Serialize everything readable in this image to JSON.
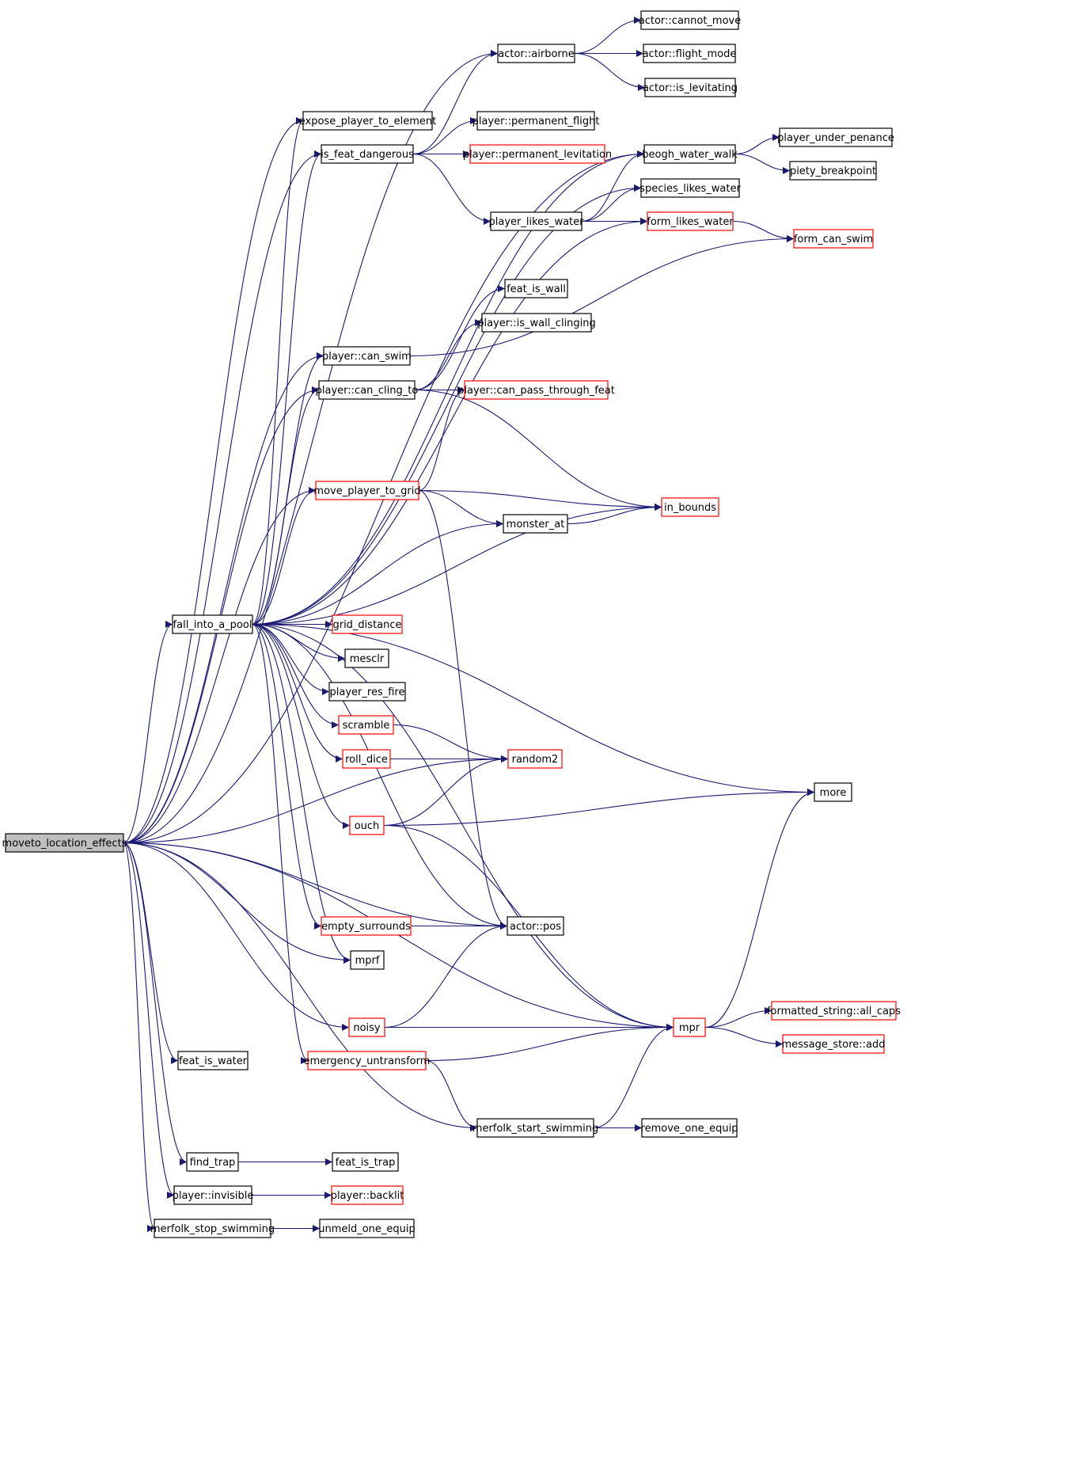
{
  "graph": {
    "nodes": [
      {
        "id": "moveto_location_effects",
        "label": "moveto_location_effects",
        "style": "root"
      },
      {
        "id": "actor_airborne",
        "label": "actor::airborne",
        "style": "black"
      },
      {
        "id": "actor_cannot_move",
        "label": "actor::cannot_move",
        "style": "black"
      },
      {
        "id": "actor_flight_mode",
        "label": "actor::flight_mode",
        "style": "black"
      },
      {
        "id": "actor_is_levitating",
        "label": "actor::is_levitating",
        "style": "black"
      },
      {
        "id": "expose_player_to_element",
        "label": "expose_player_to_element",
        "style": "black"
      },
      {
        "id": "player_permanent_flight",
        "label": "player::permanent_flight",
        "style": "black"
      },
      {
        "id": "is_feat_dangerous",
        "label": "is_feat_dangerous",
        "style": "black"
      },
      {
        "id": "player_permanent_levitation",
        "label": "player::permanent_levitation",
        "style": "red"
      },
      {
        "id": "beogh_water_walk",
        "label": "beogh_water_walk",
        "style": "black"
      },
      {
        "id": "player_under_penance",
        "label": "player_under_penance",
        "style": "black"
      },
      {
        "id": "piety_breakpoint",
        "label": "piety_breakpoint",
        "style": "black"
      },
      {
        "id": "species_likes_water",
        "label": "species_likes_water",
        "style": "black"
      },
      {
        "id": "player_likes_water",
        "label": "player_likes_water",
        "style": "black"
      },
      {
        "id": "form_likes_water",
        "label": "form_likes_water",
        "style": "red"
      },
      {
        "id": "form_can_swim",
        "label": "form_can_swim",
        "style": "red"
      },
      {
        "id": "feat_is_wall",
        "label": "feat_is_wall",
        "style": "black"
      },
      {
        "id": "player_is_wall_clinging",
        "label": "player::is_wall_clinging",
        "style": "black"
      },
      {
        "id": "player_can_swim",
        "label": "player::can_swim",
        "style": "black"
      },
      {
        "id": "player_can_cling_to",
        "label": "player::can_cling_to",
        "style": "black"
      },
      {
        "id": "player_can_pass_through_feat",
        "label": "player::can_pass_through_feat",
        "style": "red"
      },
      {
        "id": "move_player_to_grid",
        "label": "move_player_to_grid",
        "style": "red"
      },
      {
        "id": "in_bounds",
        "label": "in_bounds",
        "style": "red"
      },
      {
        "id": "monster_at",
        "label": "monster_at",
        "style": "black"
      },
      {
        "id": "fall_into_a_pool",
        "label": "fall_into_a_pool",
        "style": "black"
      },
      {
        "id": "grid_distance",
        "label": "grid_distance",
        "style": "red"
      },
      {
        "id": "mesclr",
        "label": "mesclr",
        "style": "black"
      },
      {
        "id": "player_res_fire",
        "label": "player_res_fire",
        "style": "black"
      },
      {
        "id": "scramble",
        "label": "scramble",
        "style": "red"
      },
      {
        "id": "roll_dice",
        "label": "roll_dice",
        "style": "red"
      },
      {
        "id": "random2",
        "label": "random2",
        "style": "red"
      },
      {
        "id": "more",
        "label": "more",
        "style": "black"
      },
      {
        "id": "ouch",
        "label": "ouch",
        "style": "red"
      },
      {
        "id": "empty_surrounds",
        "label": "empty_surrounds",
        "style": "red"
      },
      {
        "id": "actor_pos",
        "label": "actor::pos",
        "style": "black"
      },
      {
        "id": "mprf",
        "label": "mprf",
        "style": "black"
      },
      {
        "id": "noisy",
        "label": "noisy",
        "style": "red"
      },
      {
        "id": "mpr",
        "label": "mpr",
        "style": "red"
      },
      {
        "id": "formatted_string_all_caps",
        "label": "formatted_string::all_caps",
        "style": "red"
      },
      {
        "id": "message_store_add",
        "label": "message_store::add",
        "style": "red"
      },
      {
        "id": "feat_is_water",
        "label": "feat_is_water",
        "style": "black"
      },
      {
        "id": "emergency_untransform",
        "label": "emergency_untransform",
        "style": "red"
      },
      {
        "id": "merfolk_start_swimming",
        "label": "merfolk_start_swimming",
        "style": "black"
      },
      {
        "id": "remove_one_equip",
        "label": "remove_one_equip",
        "style": "black"
      },
      {
        "id": "find_trap",
        "label": "find_trap",
        "style": "black"
      },
      {
        "id": "feat_is_trap",
        "label": "feat_is_trap",
        "style": "black"
      },
      {
        "id": "player_invisible",
        "label": "player::invisible",
        "style": "black"
      },
      {
        "id": "player_backlit",
        "label": "player::backlit",
        "style": "red"
      },
      {
        "id": "merfolk_stop_swimming",
        "label": "merfolk_stop_swimming",
        "style": "black"
      },
      {
        "id": "unmeld_one_equip",
        "label": "unmeld_one_equip",
        "style": "black"
      }
    ],
    "edges": [
      [
        "moveto_location_effects",
        "actor_airborne"
      ],
      [
        "moveto_location_effects",
        "beogh_water_walk"
      ],
      [
        "moveto_location_effects",
        "expose_player_to_element"
      ],
      [
        "moveto_location_effects",
        "is_feat_dangerous"
      ],
      [
        "moveto_location_effects",
        "player_can_swim"
      ],
      [
        "moveto_location_effects",
        "player_can_cling_to"
      ],
      [
        "moveto_location_effects",
        "move_player_to_grid"
      ],
      [
        "moveto_location_effects",
        "fall_into_a_pool"
      ],
      [
        "moveto_location_effects",
        "random2"
      ],
      [
        "moveto_location_effects",
        "mprf"
      ],
      [
        "moveto_location_effects",
        "actor_pos"
      ],
      [
        "moveto_location_effects",
        "noisy"
      ],
      [
        "moveto_location_effects",
        "feat_is_water"
      ],
      [
        "moveto_location_effects",
        "mpr"
      ],
      [
        "moveto_location_effects",
        "merfolk_start_swimming"
      ],
      [
        "moveto_location_effects",
        "find_trap"
      ],
      [
        "moveto_location_effects",
        "player_invisible"
      ],
      [
        "moveto_location_effects",
        "merfolk_stop_swimming"
      ],
      [
        "actor_airborne",
        "actor_cannot_move"
      ],
      [
        "actor_airborne",
        "actor_flight_mode"
      ],
      [
        "actor_airborne",
        "actor_is_levitating"
      ],
      [
        "is_feat_dangerous",
        "actor_airborne"
      ],
      [
        "is_feat_dangerous",
        "player_permanent_flight"
      ],
      [
        "is_feat_dangerous",
        "player_permanent_levitation"
      ],
      [
        "is_feat_dangerous",
        "player_likes_water"
      ],
      [
        "player_likes_water",
        "beogh_water_walk"
      ],
      [
        "player_likes_water",
        "species_likes_water"
      ],
      [
        "player_likes_water",
        "form_likes_water"
      ],
      [
        "beogh_water_walk",
        "player_under_penance"
      ],
      [
        "beogh_water_walk",
        "piety_breakpoint"
      ],
      [
        "form_likes_water",
        "form_can_swim"
      ],
      [
        "player_can_swim",
        "form_can_swim"
      ],
      [
        "player_can_cling_to",
        "feat_is_wall"
      ],
      [
        "player_can_cling_to",
        "player_is_wall_clinging"
      ],
      [
        "player_can_cling_to",
        "player_can_pass_through_feat"
      ],
      [
        "player_can_cling_to",
        "in_bounds"
      ],
      [
        "move_player_to_grid",
        "player_can_pass_through_feat"
      ],
      [
        "move_player_to_grid",
        "in_bounds"
      ],
      [
        "move_player_to_grid",
        "monster_at"
      ],
      [
        "move_player_to_grid",
        "actor_pos"
      ],
      [
        "monster_at",
        "in_bounds"
      ],
      [
        "fall_into_a_pool",
        "expose_player_to_element"
      ],
      [
        "fall_into_a_pool",
        "is_feat_dangerous"
      ],
      [
        "fall_into_a_pool",
        "beogh_water_walk"
      ],
      [
        "fall_into_a_pool",
        "player_can_swim"
      ],
      [
        "fall_into_a_pool",
        "player_can_cling_to"
      ],
      [
        "fall_into_a_pool",
        "species_likes_water"
      ],
      [
        "fall_into_a_pool",
        "form_likes_water"
      ],
      [
        "fall_into_a_pool",
        "move_player_to_grid"
      ],
      [
        "fall_into_a_pool",
        "monster_at"
      ],
      [
        "fall_into_a_pool",
        "in_bounds"
      ],
      [
        "fall_into_a_pool",
        "more"
      ],
      [
        "fall_into_a_pool",
        "grid_distance"
      ],
      [
        "fall_into_a_pool",
        "mesclr"
      ],
      [
        "fall_into_a_pool",
        "player_res_fire"
      ],
      [
        "fall_into_a_pool",
        "scramble"
      ],
      [
        "fall_into_a_pool",
        "roll_dice"
      ],
      [
        "fall_into_a_pool",
        "ouch"
      ],
      [
        "fall_into_a_pool",
        "mpr"
      ],
      [
        "fall_into_a_pool",
        "actor_pos"
      ],
      [
        "fall_into_a_pool",
        "empty_surrounds"
      ],
      [
        "fall_into_a_pool",
        "mprf"
      ],
      [
        "fall_into_a_pool",
        "emergency_untransform"
      ],
      [
        "scramble",
        "random2"
      ],
      [
        "roll_dice",
        "random2"
      ],
      [
        "ouch",
        "random2"
      ],
      [
        "ouch",
        "more"
      ],
      [
        "ouch",
        "mpr"
      ],
      [
        "empty_surrounds",
        "actor_pos"
      ],
      [
        "noisy",
        "actor_pos"
      ],
      [
        "noisy",
        "mpr"
      ],
      [
        "mpr",
        "more"
      ],
      [
        "mpr",
        "formatted_string_all_caps"
      ],
      [
        "mpr",
        "message_store_add"
      ],
      [
        "emergency_untransform",
        "mpr"
      ],
      [
        "emergency_untransform",
        "merfolk_start_swimming"
      ],
      [
        "merfolk_start_swimming",
        "mpr"
      ],
      [
        "merfolk_start_swimming",
        "remove_one_equip"
      ],
      [
        "find_trap",
        "feat_is_trap"
      ],
      [
        "player_invisible",
        "player_backlit"
      ],
      [
        "merfolk_stop_swimming",
        "unmeld_one_equip"
      ]
    ]
  }
}
